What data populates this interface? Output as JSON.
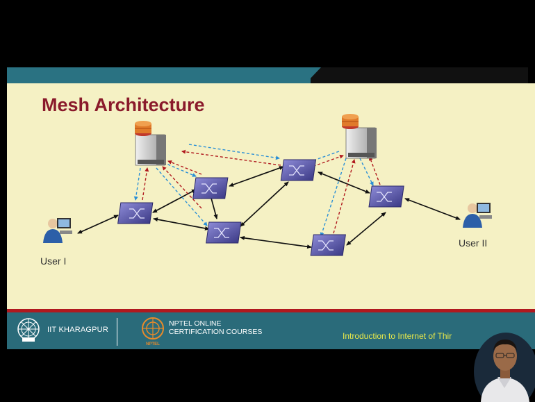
{
  "slide": {
    "title": "Mesh Architecture",
    "users": [
      "User I",
      "User II"
    ]
  },
  "footer": {
    "institute": "IIT KHARAGPUR",
    "nptel_line1": "NPTEL ONLINE",
    "nptel_line2": "CERTIFICATION COURSES",
    "nptel_badge": "NPTEL",
    "course": "Introduction to Internet of Thir"
  },
  "colors": {
    "title": "#8a1a2b",
    "background": "#f5f1c4",
    "footer": "#2a6b7a",
    "accent_red": "#b0191e",
    "course_text": "#e8e84a"
  },
  "icons": [
    "server-icon",
    "switch-icon",
    "user-computer-icon",
    "iit-emblem-icon",
    "nptel-logo-icon"
  ]
}
